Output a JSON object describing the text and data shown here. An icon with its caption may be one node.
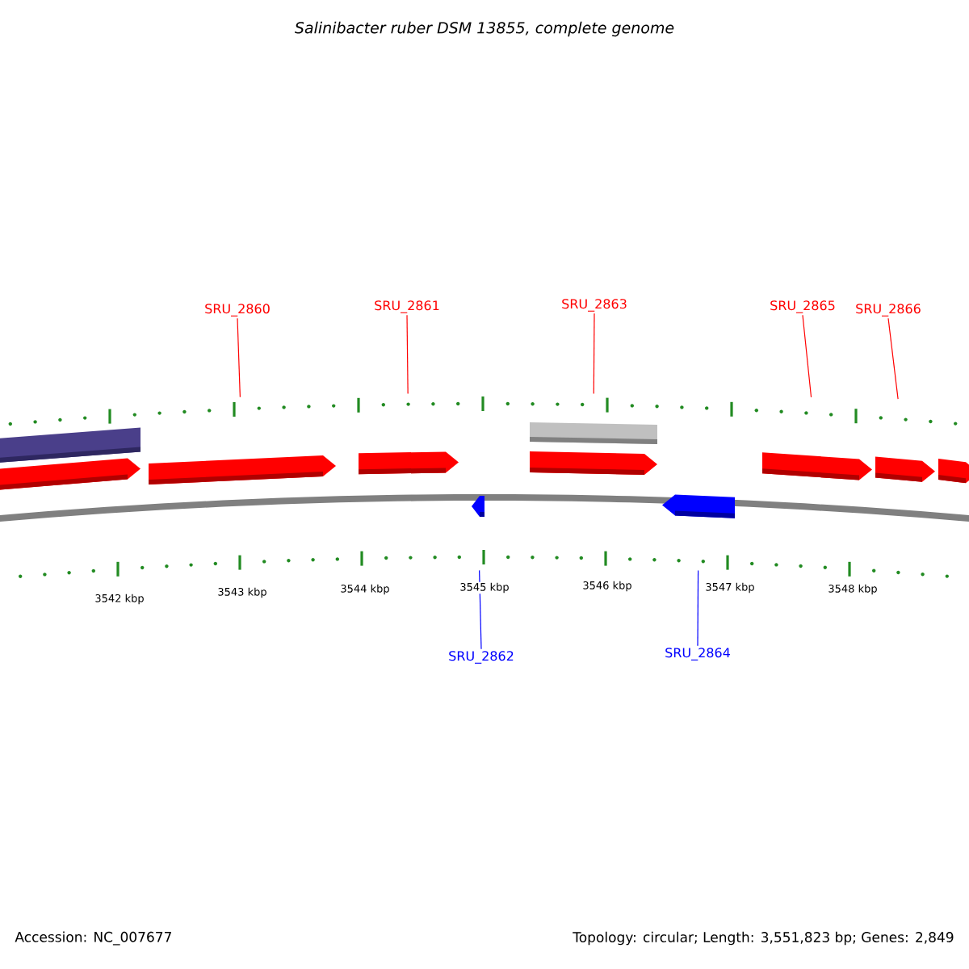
{
  "diagram": {
    "title": "Salinibacter ruber DSM 13855, complete genome",
    "nodes": [
      {
        "text": [
          "SRU_2860"
        ]
      },
      {
        "text": [
          "SRU_2861"
        ]
      },
      {
        "text": [
          "SRU_2863"
        ]
      },
      {
        "text": [
          "SRU_2865"
        ]
      },
      {
        "text": [
          "SRU_2866"
        ]
      },
      {
        "text": [
          "SRU_2862"
        ]
      },
      {
        "text": [
          "SRU_2864"
        ]
      },
      {
        "text": [],
        "shape": "bar"
      },
      {
        "text": [],
        "shape": "arrow"
      },
      {
        "text": [],
        "shape": "arrow"
      },
      {
        "text": [],
        "shape": "arrow"
      },
      {
        "text": [],
        "shape": "bar"
      },
      {
        "text": [],
        "shape": "arrow"
      },
      {
        "text": [],
        "shape": "arrow"
      },
      {
        "text": [],
        "shape": "arrow"
      },
      {
        "text": [],
        "shape": "arrow"
      },
      {
        "text": [],
        "shape": "arrow"
      },
      {
        "text": [],
        "shape": "arrow"
      }
    ],
    "edges": [
      {
        "from": 0,
        "to": 9,
        "arrow": "none"
      },
      {
        "from": 1,
        "to": 10,
        "arrow": "none"
      },
      {
        "from": 2,
        "to": 11,
        "arrow": "none"
      },
      {
        "from": 3,
        "to": 15,
        "arrow": "none"
      },
      {
        "from": 4,
        "to": 16,
        "arrow": "none"
      },
      {
        "from": 5,
        "to": 13,
        "arrow": "none",
        "color": "#0000ff"
      },
      {
        "from": 6,
        "to": 14,
        "arrow": "none",
        "color": "#0000ff"
      }
    ],
    "labels": [
      "3542 kbp",
      "3543 kbp",
      "3544 kbp",
      "3545 kbp",
      "3546 kbp",
      "3547 kbp",
      "3548 kbp",
      "Accession: NC_007677",
      "Topology: circular; Length: 3,551,823 bp; Genes: 2,849"
    ]
  }
}
